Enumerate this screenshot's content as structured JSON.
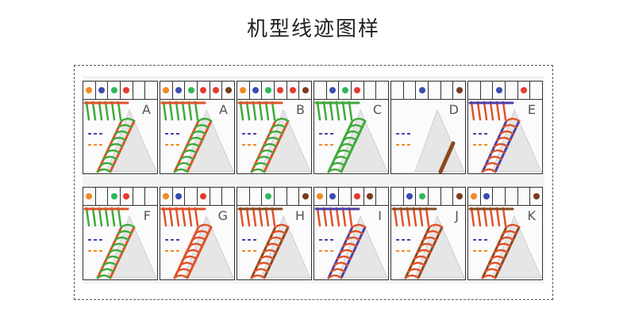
{
  "page": {
    "title": "机型线迹图样"
  },
  "colors": {
    "orange": "#f08a24",
    "blue": "#3a4db0",
    "green": "#2fb85a",
    "red": "#e63b2e",
    "brown": "#7a3b1f",
    "stitch_red": "#e0522a",
    "stitch_green": "#3faa3a",
    "stitch_blue": "#4b3fa8",
    "stitch_brown": "#8a4a1e"
  },
  "panels": [
    {
      "letter": "A",
      "dots": [
        "orange",
        "blue",
        "green",
        "red",
        "",
        ""
      ]
    },
    {
      "letter": "A",
      "dots": [
        "orange",
        "blue",
        "green",
        "red",
        "red",
        "brown"
      ]
    },
    {
      "letter": "B",
      "dots": [
        "orange",
        "blue",
        "green",
        "red",
        "red",
        "brown"
      ]
    },
    {
      "letter": "C",
      "dots": [
        "",
        "blue",
        "green",
        "red",
        "",
        ""
      ]
    },
    {
      "letter": "D",
      "dots": [
        "",
        "",
        "blue",
        "",
        "",
        "brown"
      ]
    },
    {
      "letter": "E",
      "dots": [
        "",
        "",
        "blue",
        "",
        "red",
        ""
      ]
    },
    {
      "letter": "F",
      "dots": [
        "orange",
        "",
        "green",
        "red",
        "",
        ""
      ]
    },
    {
      "letter": "G",
      "dots": [
        "orange",
        "blue",
        "",
        "red",
        "",
        ""
      ]
    },
    {
      "letter": "H",
      "dots": [
        "",
        "",
        "green",
        "",
        "",
        "brown"
      ]
    },
    {
      "letter": "I",
      "dots": [
        "orange",
        "blue",
        "",
        "red",
        "brown",
        ""
      ]
    },
    {
      "letter": "J",
      "dots": [
        "",
        "blue",
        "green",
        "",
        "",
        "brown"
      ]
    },
    {
      "letter": "K",
      "dots": [
        "orange",
        "blue",
        "",
        "",
        "",
        "brown"
      ]
    }
  ]
}
